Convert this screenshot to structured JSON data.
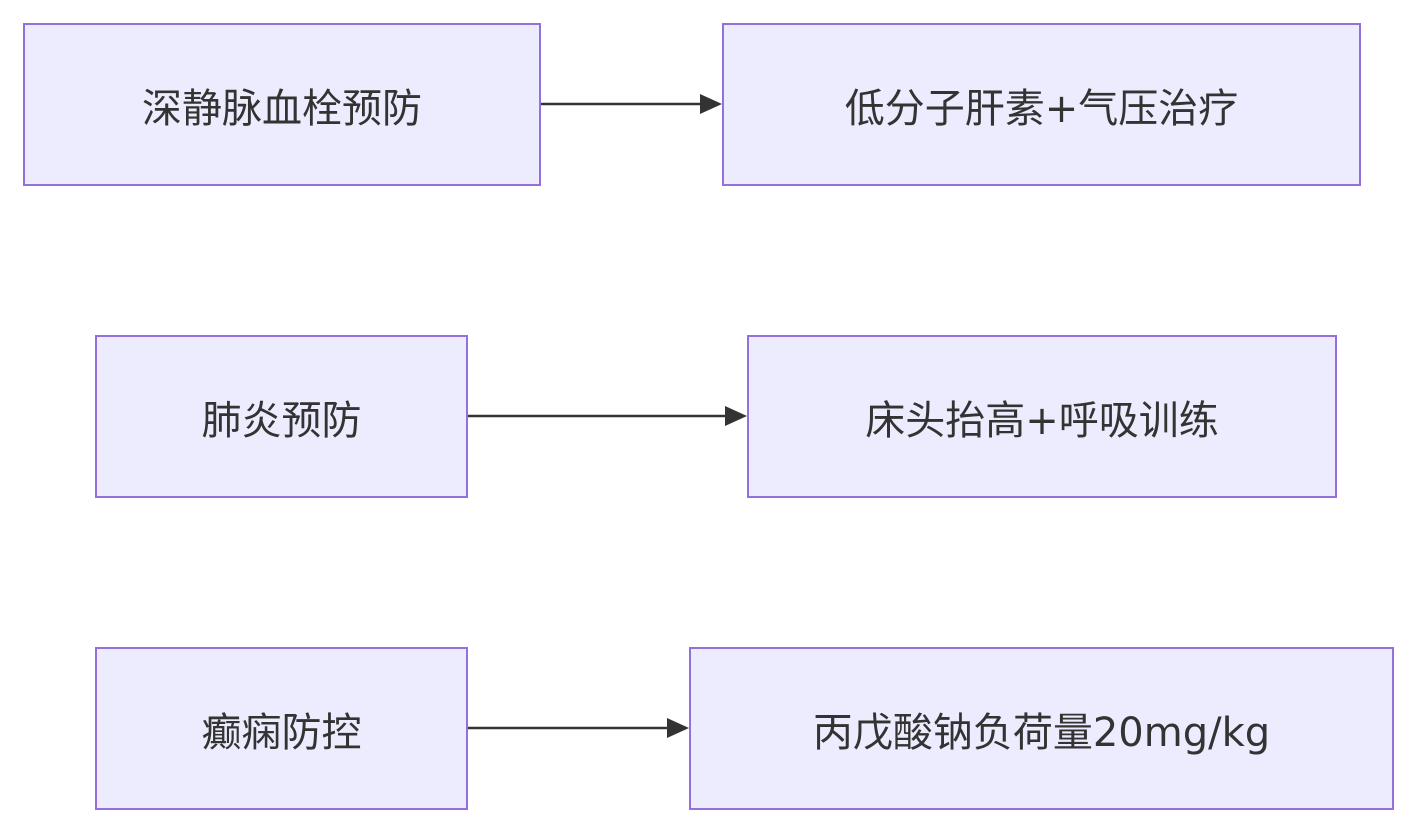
{
  "diagram": {
    "rows": [
      {
        "source": {
          "label": "深静脉血栓预防"
        },
        "target": {
          "label": "低分子肝素+气压治疗"
        }
      },
      {
        "source": {
          "label": "肺炎预防"
        },
        "target": {
          "label": "床头抬高+呼吸训练"
        }
      },
      {
        "source": {
          "label": "癫痫防控"
        },
        "target": {
          "label": "丙戊酸钠负荷量20mg/kg"
        }
      }
    ]
  },
  "colors": {
    "node_fill": "#ececfe",
    "node_border": "#9370db",
    "text": "#333333",
    "edge": "#333333"
  }
}
